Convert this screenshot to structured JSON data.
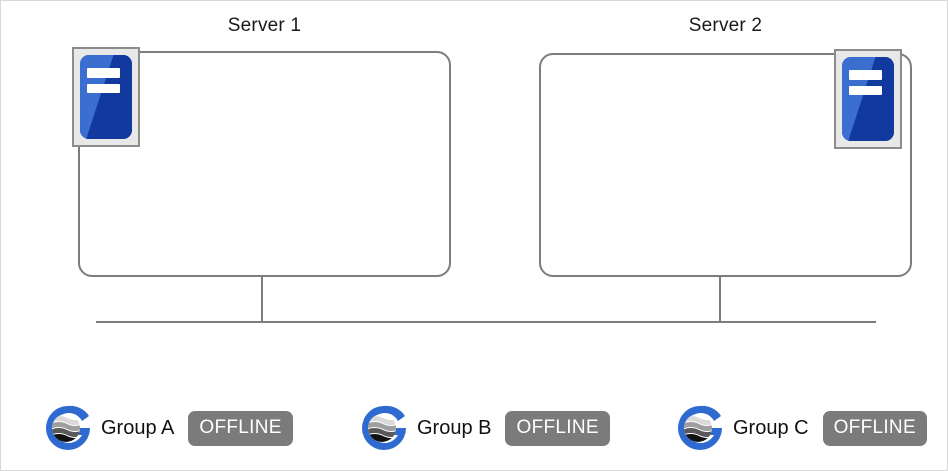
{
  "diagram": {
    "servers": [
      {
        "title": "Server 1",
        "icon": "server-icon",
        "icon_position": "top-left"
      },
      {
        "title": "Server 2",
        "icon": "server-icon",
        "icon_position": "top-right"
      }
    ],
    "network": {
      "bus_line": "network-bus",
      "drop_lines": 2
    },
    "groups": [
      {
        "logo": "group-globe-logo",
        "label": "Group A",
        "status": "OFFLINE"
      },
      {
        "logo": "group-globe-logo",
        "label": "Group B",
        "status": "OFFLINE"
      },
      {
        "logo": "group-globe-logo",
        "label": "Group C",
        "status": "OFFLINE"
      }
    ]
  },
  "colors": {
    "server_icon_blue_dark": "#123a9e",
    "server_icon_blue_light": "#3a6fd0",
    "logo_blue": "#2f6ad0",
    "status_gray": "#7b7b7b",
    "line_gray": "#7d7d7d",
    "frame_gray": "#8c8c8c",
    "frame_fill": "#e8e8e8"
  }
}
